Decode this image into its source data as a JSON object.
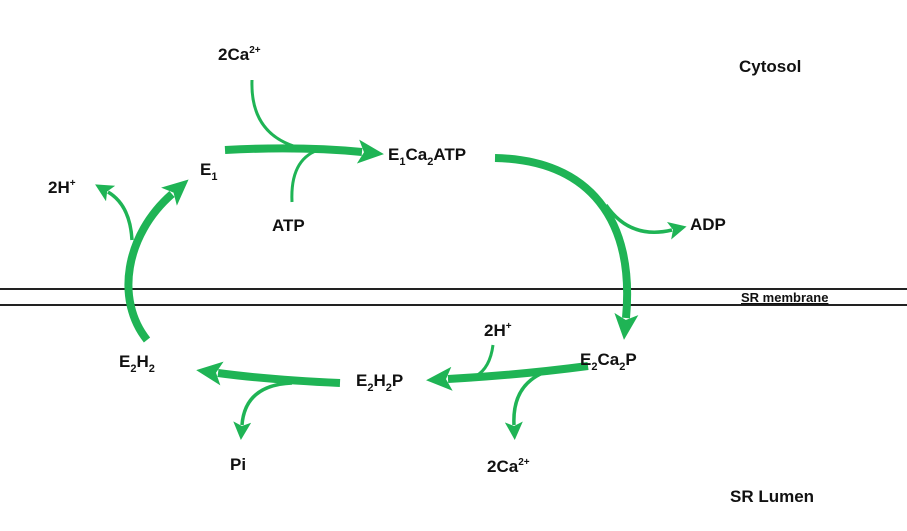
{
  "regions": {
    "cytosol": "Cytosol",
    "membrane": "SR membrane",
    "lumen": "SR Lumen"
  },
  "colors": {
    "arrow": "#1fb455",
    "text": "#111111",
    "membrane": "#222222"
  },
  "species": {
    "ca_in": {
      "base": "2Ca",
      "sup": "2+"
    },
    "atp": "ATP",
    "adp": "ADP",
    "h_out": {
      "base": "2H",
      "sup": "+"
    },
    "h_in": {
      "base": "2H",
      "sup": "+"
    },
    "pi": "Pi",
    "ca_out": {
      "base": "2Ca",
      "sup": "2+"
    }
  },
  "states": {
    "e1": {
      "e": "E",
      "s1": "1"
    },
    "e1ca2atp": {
      "e": "E",
      "s1": "1",
      "ca": "Ca",
      "s2": "2",
      "rest": "ATP"
    },
    "e2ca2p": {
      "e": "E",
      "s1": "2",
      "ca": "Ca",
      "s2": "2",
      "rest": "P"
    },
    "e2h2p": {
      "e": "E",
      "s1": "2",
      "h": "H",
      "s2": "2",
      "rest": "P"
    },
    "e2h2": {
      "e": "E",
      "s1": "2",
      "h": "H",
      "s2": "2"
    }
  }
}
